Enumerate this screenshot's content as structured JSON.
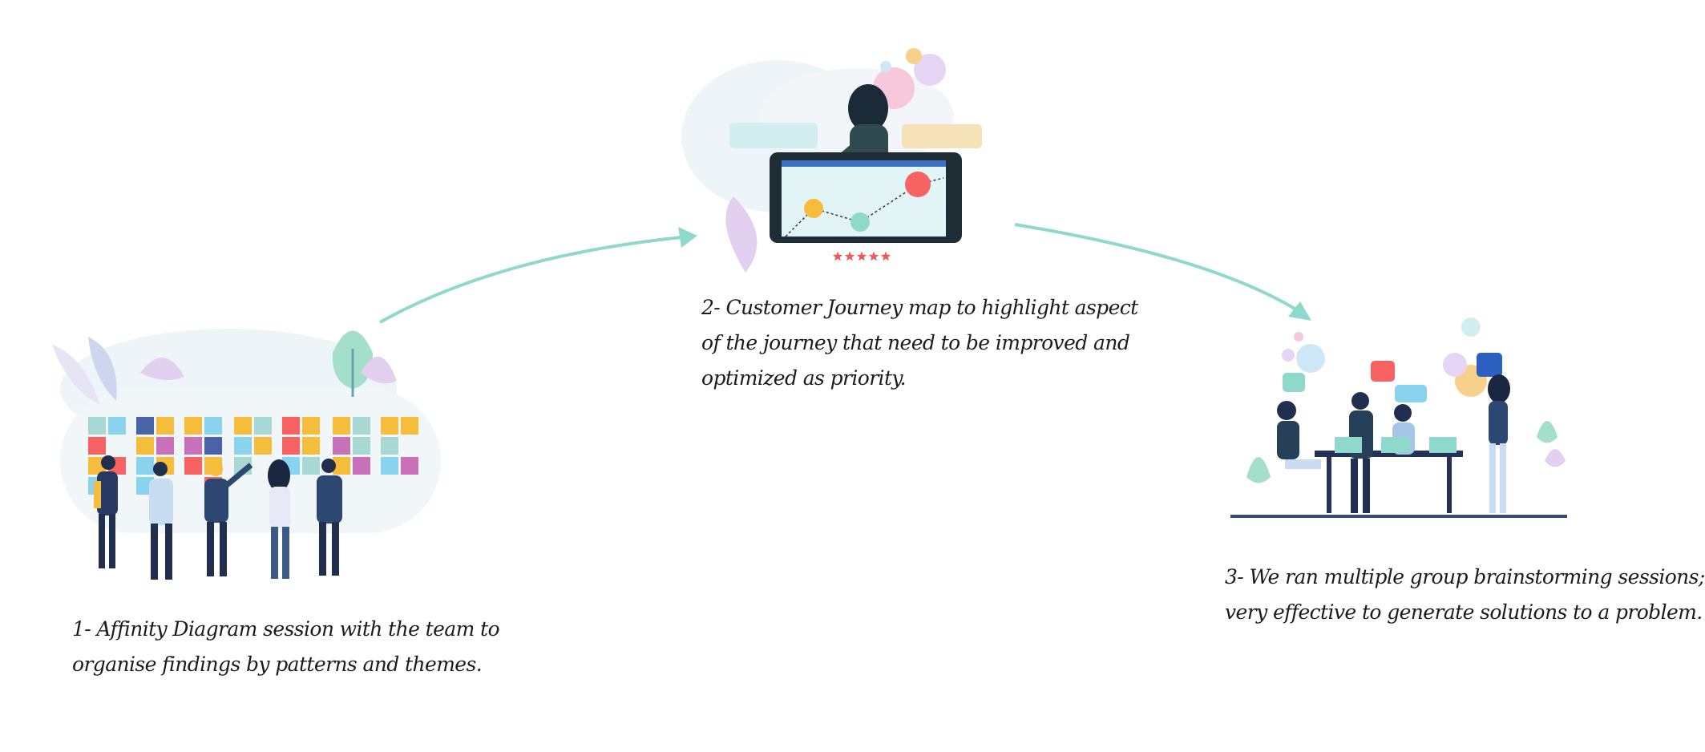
{
  "steps": [
    {
      "lines": [
        "1- Affinity Diagram session with the team to",
        "organise findings by patterns and themes."
      ]
    },
    {
      "lines": [
        "2- Customer Journey map to highlight aspect",
        "of the journey that need to be improved and",
        "optimized as priority."
      ],
      "rating_stars": 5
    },
    {
      "lines": [
        "3- We ran multiple group brainstorming sessions;",
        "very effective to generate solutions to a problem."
      ]
    }
  ],
  "colors": {
    "arrow": "#8fd8cc",
    "navy": "#1f2f4d",
    "sticky_yellow": "#f6bd3c",
    "sticky_blue": "#89d3ef",
    "sticky_pink": "#c971b8",
    "sticky_red": "#f76262",
    "sticky_teal": "#a8d8d4",
    "star_red": "#ef5b5b"
  }
}
